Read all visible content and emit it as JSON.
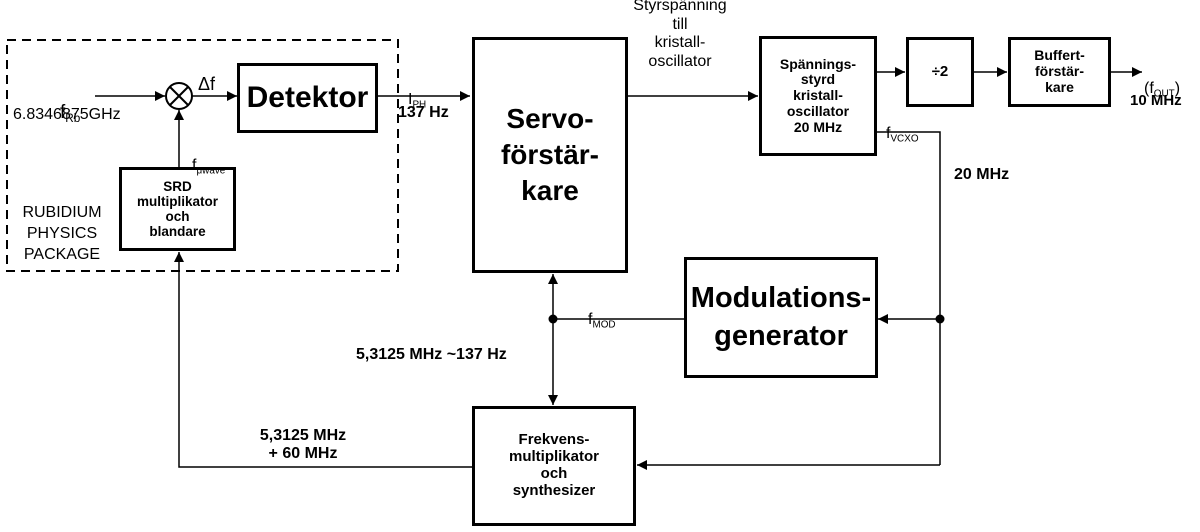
{
  "rubidium_package": {
    "label": "RUBIDIUM\nPHYSICS\nPACKAGE"
  },
  "blocks": {
    "detektor": "Detektor",
    "srd": "SRD\nmultiplikator\noch\nblandare",
    "servo": "Servo-\nförstär-\nkare",
    "vcxo": "Spännings-\nstyrd\nkristall-\noscillator\n20 MHz",
    "divider": "÷2",
    "buffer": "Buffert-\nförstär-\nkare",
    "modulation": "Modulations-\ngenerator",
    "synth": "Frekvens-\nmultiplikator\noch\nsynthesizer"
  },
  "signals": {
    "f_rb_main": "f",
    "f_rb_sub": "Rb",
    "f_rb_freq": "6.8346875GHz",
    "delta_f": "Δf",
    "f_uwave_main": "f",
    "f_uwave_sub": "μwave",
    "i_ph_main": "I",
    "i_ph_sub": "PH",
    "freq_137": "137 Hz",
    "control_voltage": "Styrspänning\ntill\nkristall-\noscillator",
    "f_vcxo_main": "f",
    "f_vcxo_sub": "VCXO",
    "freq_20": "20 MHz",
    "f_out_open": "(f",
    "f_out_sub": "OUT",
    "f_out_close": ")",
    "freq_10": "10 MHz",
    "f_mod_main": "f",
    "f_mod_sub": "MOD",
    "mod_freq": "5,3125 MHz ~137 Hz",
    "synth_out_freq": "5,3125 MHz\n+ 60 MHz"
  }
}
